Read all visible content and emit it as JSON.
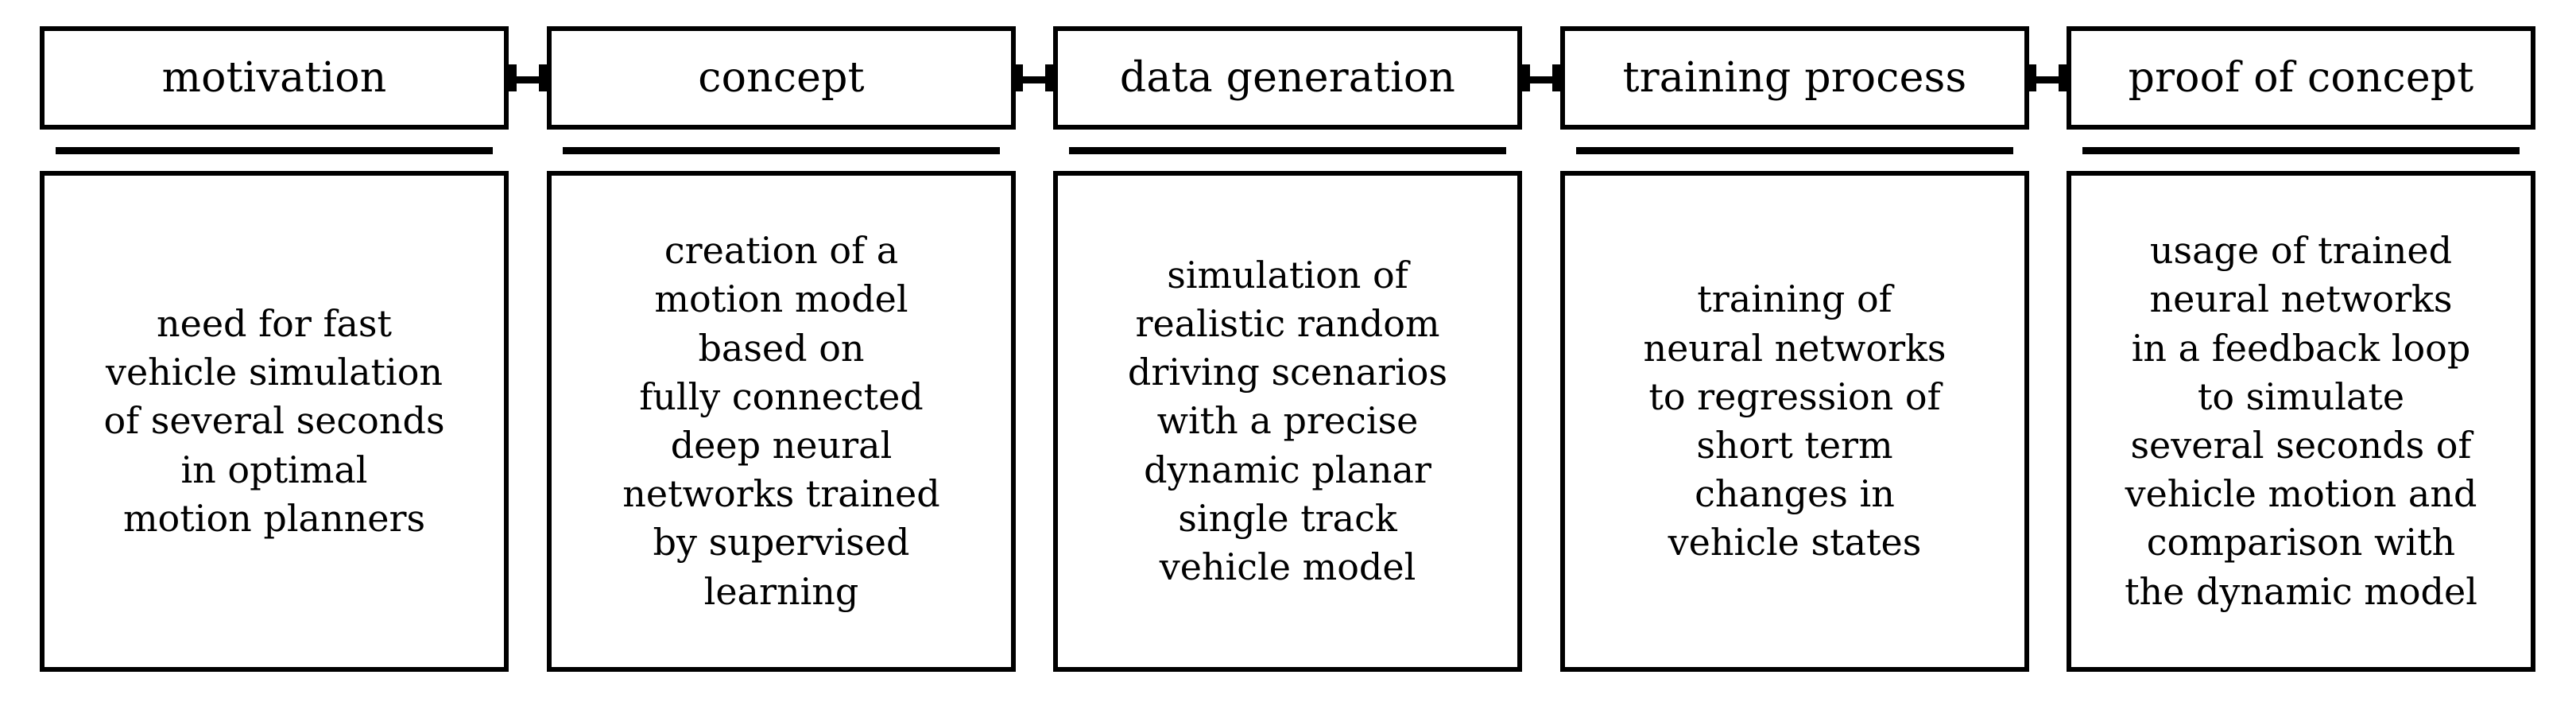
{
  "diagram": {
    "type": "flowchart",
    "orientation": "horizontal",
    "background_color": "#ffffff",
    "line_color": "#000000",
    "text_color": "#000000",
    "stages": [
      {
        "title": "motivation",
        "body": "need for fast\nvehicle simulation\nof several seconds\nin optimal\nmotion planners",
        "body_lines": [
          "need for fast",
          "vehicle simulation",
          "of several seconds",
          "in optimal",
          "motion planners"
        ]
      },
      {
        "title": "concept",
        "body": "creation of a\nmotion model\nbased on\nfully connected\ndeep neural\nnetworks trained\nby supervised\nlearning",
        "body_lines": [
          "creation of a",
          "motion model",
          "based on",
          "fully connected",
          "deep neural",
          "networks trained",
          "by supervised",
          "learning"
        ]
      },
      {
        "title": "data generation",
        "body": "simulation of\nrealistic random\ndriving scenarios\nwith a precise\ndynamic planar\nsingle track\nvehicle model",
        "body_lines": [
          "simulation of",
          "realistic random",
          "driving scenarios",
          "with a precise",
          "dynamic planar",
          "single track",
          "vehicle model"
        ]
      },
      {
        "title": "training process",
        "body": "training of\nneural networks\nto regression of\nshort term\nchanges in\nvehicle states",
        "body_lines": [
          "training of",
          "neural networks",
          "to regression of",
          "short term",
          "changes in",
          "vehicle states"
        ]
      },
      {
        "title": "proof of concept",
        "body": "usage of trained\nneural networks\nin a feedback loop\nto simulate\nseveral seconds of\nvehicle motion and\ncomparison with\nthe dynamic model",
        "body_lines": [
          "usage of trained",
          "neural networks",
          "in a feedback loop",
          "to simulate",
          "several seconds of",
          "vehicle motion and",
          "comparison with",
          "the dynamic model"
        ]
      }
    ],
    "connectors": [
      {
        "from": "motivation",
        "to": "concept",
        "style": "bar-capped-line"
      },
      {
        "from": "concept",
        "to": "data generation",
        "style": "bar-capped-line"
      },
      {
        "from": "data generation",
        "to": "training process",
        "style": "bar-capped-line"
      },
      {
        "from": "training process",
        "to": "proof of concept",
        "style": "bar-capped-line"
      }
    ]
  }
}
